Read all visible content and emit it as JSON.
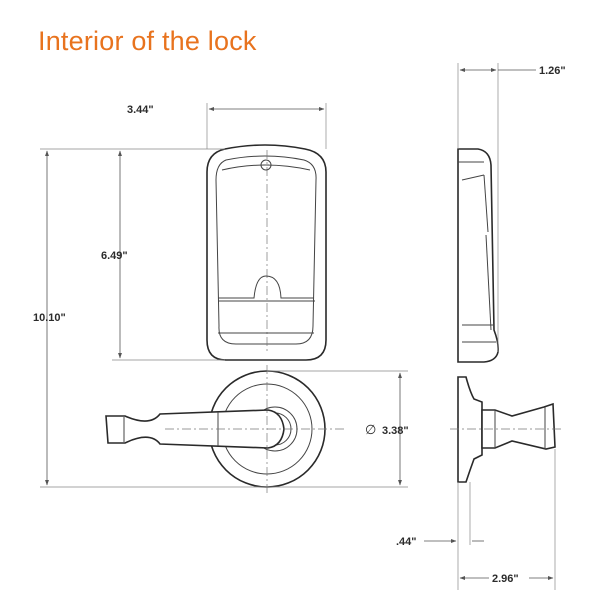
{
  "title": "Interior of the lock",
  "dimensions": {
    "width": "3.44\"",
    "depth": "1.26\"",
    "keypad_height": "6.49\"",
    "total_height": "10.10\"",
    "rose_diameter_symbol": "∅",
    "rose_diameter": "3.38\"",
    "rose_thickness": ".44\"",
    "lever_projection": "2.96\""
  }
}
